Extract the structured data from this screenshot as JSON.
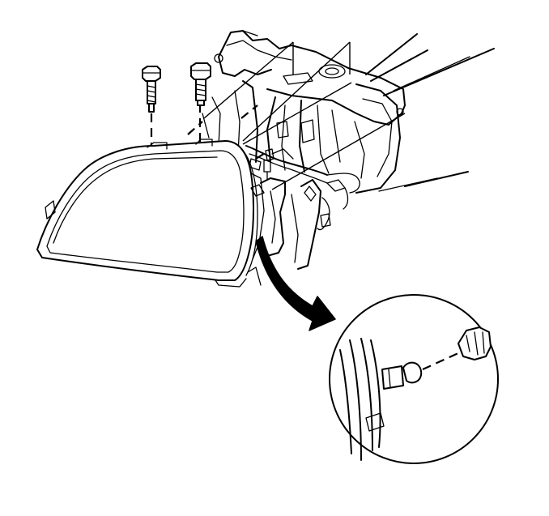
{
  "figure": {
    "description_name": "headlamp-removal-illustration",
    "colors": {
      "line": "#000000",
      "background": "#ffffff"
    },
    "parts": {
      "bolts": 2,
      "headlamp_assembly": 1,
      "retainer_clip_detail": 1
    }
  }
}
